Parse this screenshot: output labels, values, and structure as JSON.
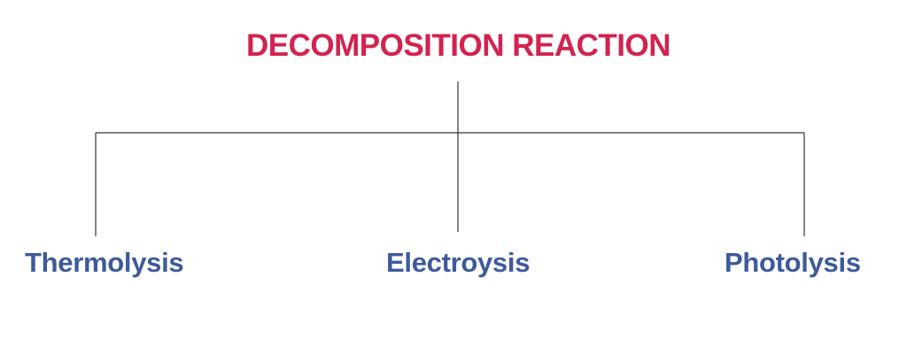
{
  "diagram": {
    "title": "DECOMPOSITION REACTION",
    "branches": [
      {
        "label": "Thermolysis"
      },
      {
        "label": "Electroysis"
      },
      {
        "label": "Photolysis"
      }
    ]
  },
  "colors": {
    "title": "#d2234f",
    "branch_label": "#3d5a9c",
    "connector": "#333333"
  }
}
